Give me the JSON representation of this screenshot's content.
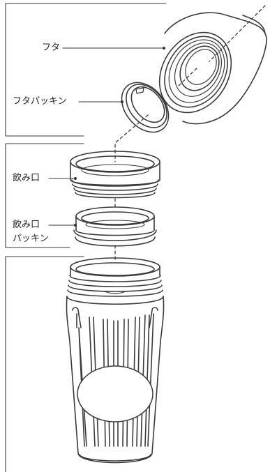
{
  "labels": {
    "futa": "フタ",
    "futa_packing": "フタパッキン",
    "nomikuchi": "飲み口",
    "nomikuchi_packing_line1": "飲み口",
    "nomikuchi_packing_line2": "パッキン"
  },
  "colors": {
    "stroke": "#3a3a3a",
    "leader": "#333333",
    "background": "#ffffff"
  }
}
